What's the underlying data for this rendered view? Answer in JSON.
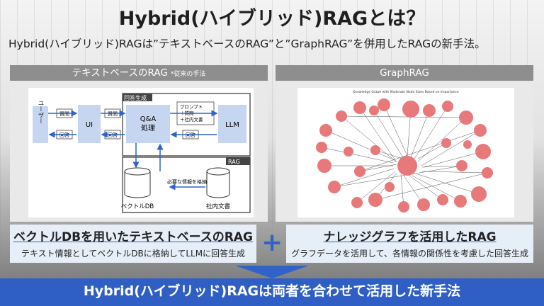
{
  "title": "Hybrid(ハイブリッド)RAGとは？",
  "subtitle": "Hybrid(ハイブリッド)RAGは”テキストベースのRAG”と”GraphRAG”を併用したRAGの新手法。",
  "left_panel": {
    "header": "テキストベースのRAG",
    "header_note": "*従来の手法",
    "diagram": {
      "answer_generation_label": "回答生成",
      "rag_label": "RAG",
      "user_label": "ユーザー",
      "question": "質問",
      "answer": "回答",
      "ui": "UI",
      "qa_processing": "Q&A\n処理",
      "prompt": "プロンプト\n＋質問\n＋社内文書",
      "llm": "LLM",
      "store_needed": "必要な情報を格納",
      "vector_db": "ベクトルDB",
      "internal_docs": "社内文書"
    }
  },
  "right_panel": {
    "header": "GraphRAG",
    "graph_title": "Knowledge Graph with Moderate Node Sizes Based on Importance"
  },
  "boxes": {
    "left_title": "ベクトルDBを用いたテキストベースのRAG",
    "left_sub": "テキスト情報としてベクトルDBに格納してLLMに回答生成",
    "right_title": "ナレッジグラフを活用したRAG",
    "right_sub": "グラフデータを活用して、各情報の関係性を考慮した回答生成"
  },
  "banner": "Hybrid(ハイブリッド)RAGは両者を合わせて活用した新手法",
  "colors": {
    "accent_blue": "#2f5fc4",
    "node_red": "#e8797a",
    "diagram_blue": "#c7d6f0"
  }
}
